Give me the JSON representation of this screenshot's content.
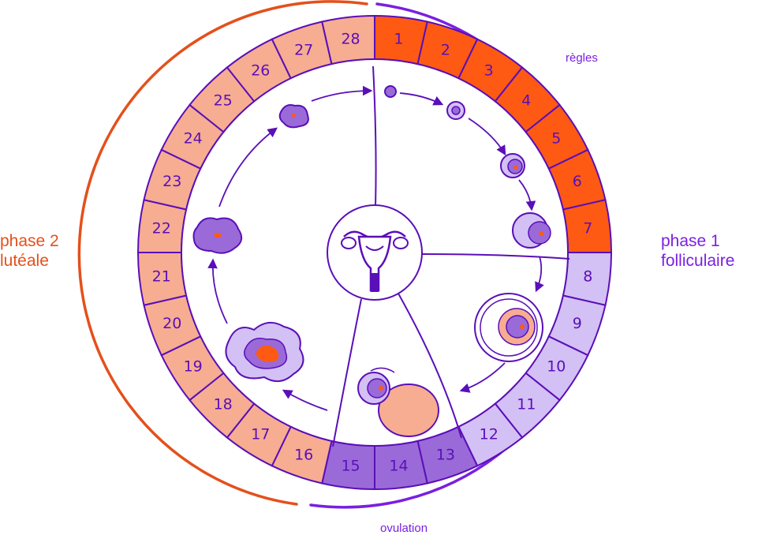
{
  "labels": {
    "phase2_line1": "phase 2",
    "phase2_line2": "lutéale",
    "phase1_line1": "phase 1",
    "phase1_line2": "folliculaire",
    "regles": "règles",
    "ovulation": "ovulation"
  },
  "days": [
    "1",
    "2",
    "3",
    "4",
    "5",
    "6",
    "7",
    "8",
    "9",
    "10",
    "11",
    "12",
    "13",
    "14",
    "15",
    "16",
    "17",
    "18",
    "19",
    "20",
    "21",
    "22",
    "23",
    "24",
    "25",
    "26",
    "27",
    "28"
  ],
  "day_groups": {
    "menstruation": [
      1,
      2,
      3,
      4,
      5,
      6,
      7
    ],
    "follicular": [
      8,
      9,
      10,
      11,
      12
    ],
    "ovulation": [
      13,
      14,
      15
    ],
    "luteal": [
      16,
      17,
      18,
      19,
      20,
      21,
      22,
      23,
      24,
      25,
      26,
      27,
      28
    ]
  },
  "colors": {
    "menstruation": "#ff5a14",
    "follicular": "#d3c0f4",
    "ovulation": "#9a6ad8",
    "luteal": "#f6ad91",
    "outline": "#5a0fb8",
    "phase1": "#7a1fe0",
    "phase2": "#e4501c"
  }
}
